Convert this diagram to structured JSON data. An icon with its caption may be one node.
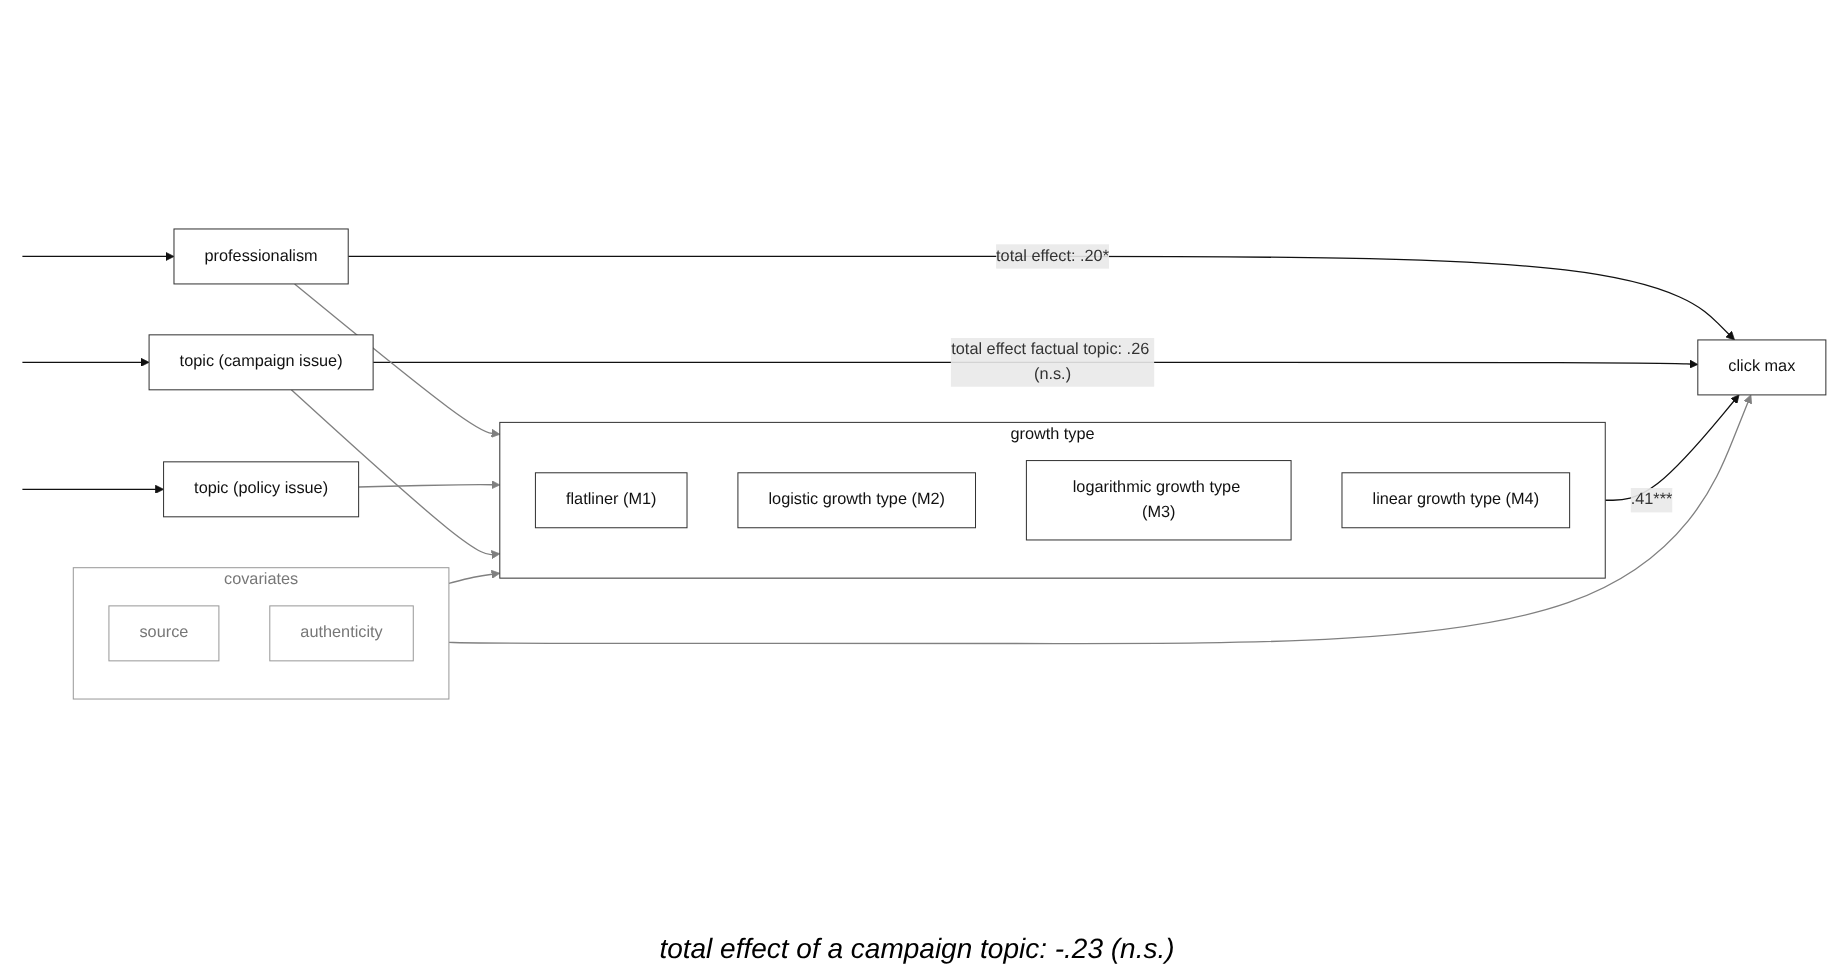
{
  "diagram": {
    "nodes": [
      {
        "text": [
          "professionalism"
        ]
      },
      {
        "text": [
          "topic (policy issue)"
        ]
      },
      {
        "text": [
          "topic (campaign issue)"
        ]
      },
      {
        "text": [
          "growth type"
        ]
      },
      {
        "text": [
          "flatliner (M1)"
        ],
        "in": 3
      },
      {
        "text": [
          "logistic growth type (M2)"
        ],
        "in": 3
      },
      {
        "text": [
          "logarithmic growth type (M3)"
        ],
        "in": 3
      },
      {
        "text": [
          "linear growth type (M4)"
        ],
        "in": 3
      },
      {
        "text": [
          "click max"
        ]
      },
      {
        "text": [
          "covariates"
        ]
      },
      {
        "text": [
          "source"
        ],
        "in": 9
      },
      {
        "text": [
          "authenticity"
        ],
        "in": 9
      }
    ],
    "edges": [
      {
        "from": null,
        "to": 0,
        "arrow": "to"
      },
      {
        "from": null,
        "to": 1,
        "arrow": "to"
      },
      {
        "from": null,
        "to": 2,
        "arrow": "to"
      },
      {
        "from": 0,
        "to": 3,
        "arrow": "to",
        "color": "#808080"
      },
      {
        "from": 1,
        "to": 3,
        "arrow": "to",
        "color": "#808080"
      },
      {
        "from": 2,
        "to": 3,
        "arrow": "to",
        "color": "#808080"
      },
      {
        "from": 0,
        "to": 8,
        "arrow": "to",
        "label": "total effect: .20*"
      },
      {
        "from": 3,
        "to": 8,
        "arrow": "to",
        "label": ".41***"
      },
      {
        "from": 2,
        "to": 8,
        "arrow": "to",
        "label": "total effect factual topic: .26 (n.s.)"
      },
      {
        "from": 9,
        "to": 8,
        "arrow": "to",
        "color": "#808080"
      },
      {
        "from": 9,
        "to": 3,
        "arrow": "to",
        "color": "#808080"
      }
    ],
    "labels": [
      "total effect of a campaign topic: -.23 (n.s.)"
    ]
  }
}
